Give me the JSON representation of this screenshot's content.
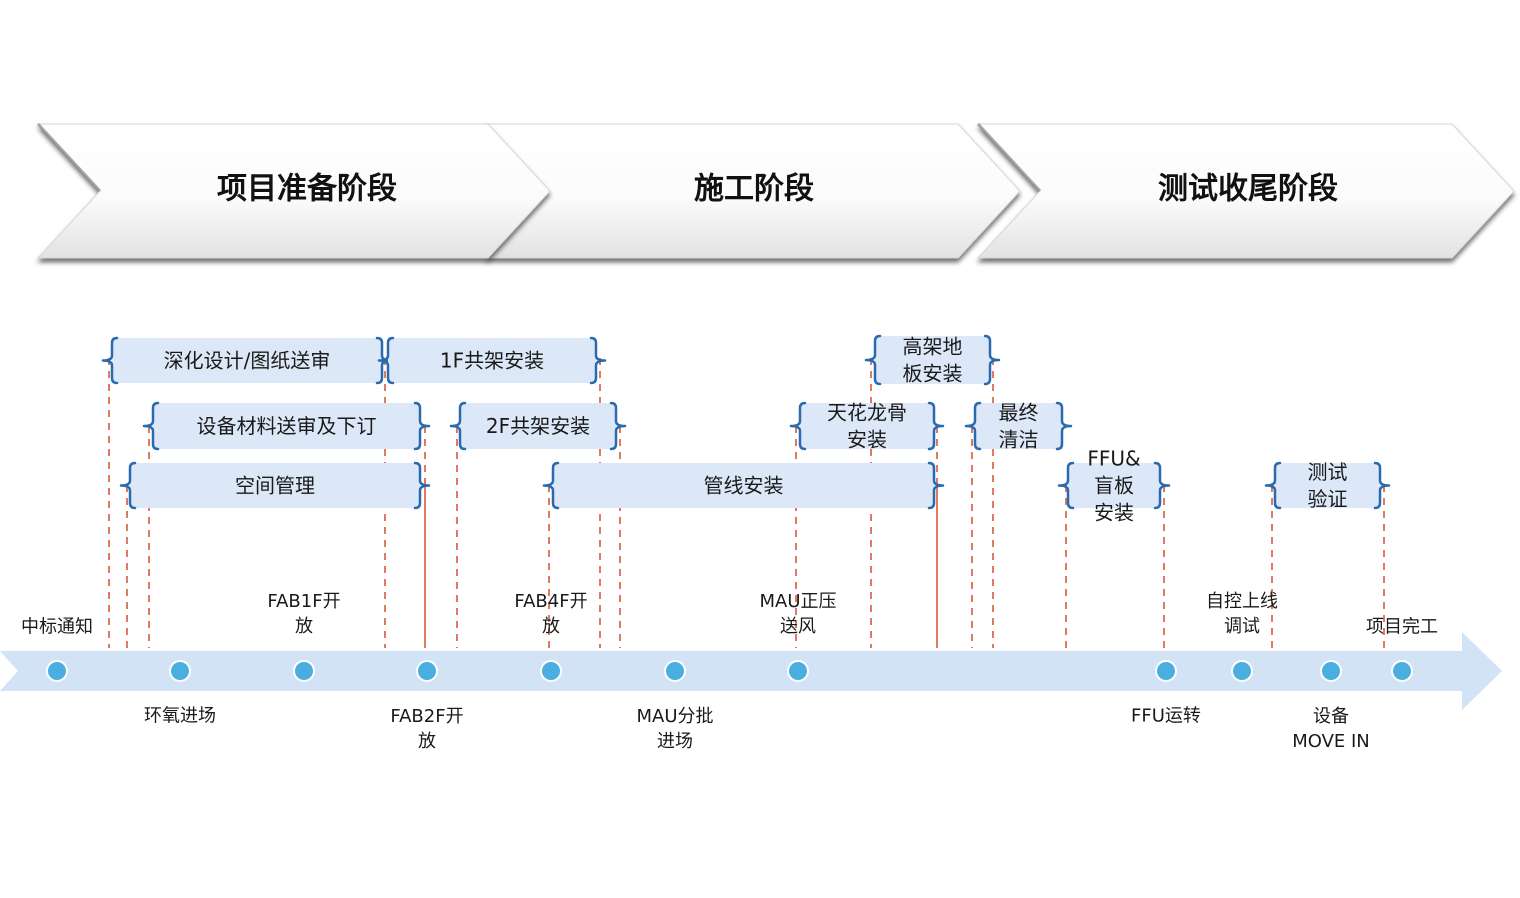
{
  "title": "Project phases timeline",
  "colors": {
    "phase_fill_top": "#ffffff",
    "phase_fill_bottom": "#e4e4e4",
    "task_fill": "#dce8f7",
    "bracket": "#2a6bb0",
    "dash": "#e07a5f",
    "axis": "#d1e3f4",
    "dot": "#4aaee0",
    "text": "#1a1a1a"
  },
  "phases": [
    {
      "label": "项目准备阶段"
    },
    {
      "label": "施工阶段"
    },
    {
      "label": "测试收尾阶段"
    }
  ],
  "tasks": [
    {
      "lines": [
        "深化设计/图纸送审"
      ],
      "row": 0
    },
    {
      "lines": [
        "1F共架安装"
      ],
      "row": 0
    },
    {
      "lines": [
        "高架地",
        "板安装"
      ],
      "row": 0
    },
    {
      "lines": [
        "设备材料送审及下订"
      ],
      "row": 1
    },
    {
      "lines": [
        "2F共架安装"
      ],
      "row": 1
    },
    {
      "lines": [
        "天花龙骨",
        "安装"
      ],
      "row": 1
    },
    {
      "lines": [
        "最终",
        "清洁"
      ],
      "row": 1
    },
    {
      "lines": [
        "空间管理"
      ],
      "row": 2
    },
    {
      "lines": [
        "管线安装"
      ],
      "row": 2
    },
    {
      "lines": [
        "FFU&",
        "盲板",
        "安装"
      ],
      "row": 2
    },
    {
      "lines": [
        "测试",
        "验证"
      ],
      "row": 2
    }
  ],
  "milestones": [
    {
      "lines": [
        "中标通知"
      ],
      "side": "above"
    },
    {
      "lines": [
        "环氧进场"
      ],
      "side": "below"
    },
    {
      "lines": [
        "FAB1F开",
        "放"
      ],
      "side": "above"
    },
    {
      "lines": [
        "FAB2F开",
        "放"
      ],
      "side": "below"
    },
    {
      "lines": [
        "FAB4F开",
        "放"
      ],
      "side": "above"
    },
    {
      "lines": [
        "MAU分批",
        "进场"
      ],
      "side": "below"
    },
    {
      "lines": [
        "MAU正压",
        "送风"
      ],
      "side": "above"
    },
    {
      "lines": [
        "FFU运转"
      ],
      "side": "below"
    },
    {
      "lines": [
        "自控上线",
        "调试"
      ],
      "side": "above"
    },
    {
      "lines": [
        "设备",
        "MOVE IN"
      ],
      "side": "below"
    },
    {
      "lines": [
        "项目完工"
      ],
      "side": "above"
    }
  ]
}
